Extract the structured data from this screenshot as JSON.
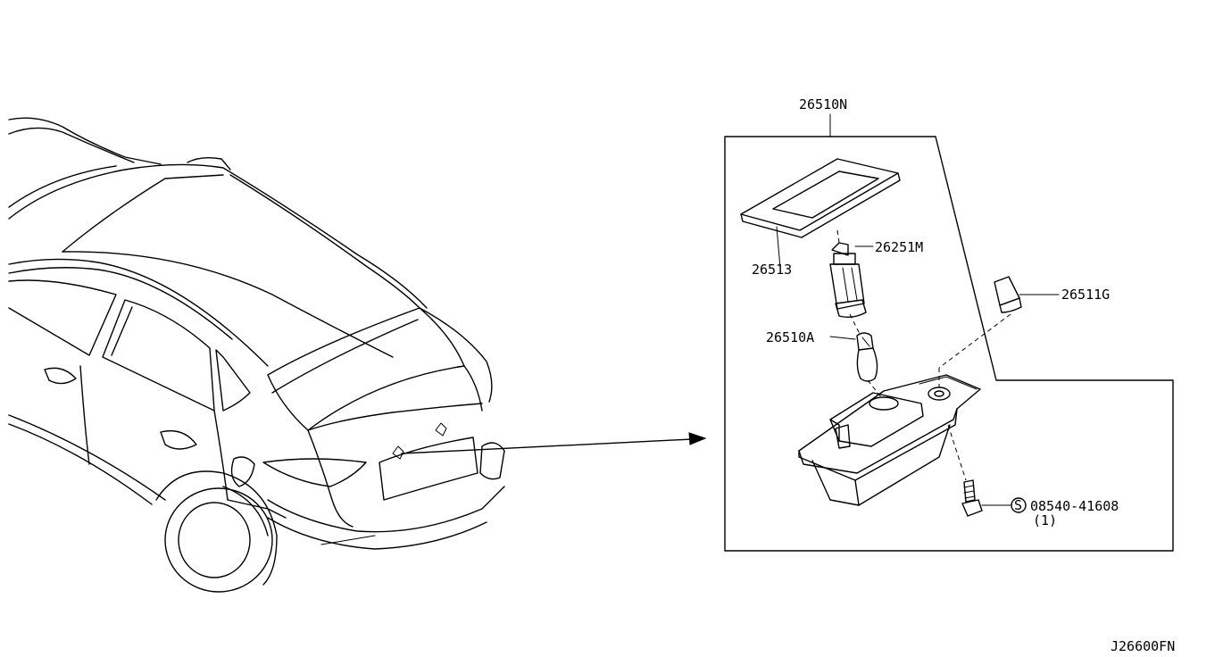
{
  "colors": {
    "ink": "#000000",
    "background": "#ffffff"
  },
  "labels": {
    "assembly": "26510N",
    "lens": "26513",
    "socket": "26251M",
    "bulb": "26510A",
    "cap": "26511G",
    "screw_part": "08540-41608",
    "screw_symbol": "S",
    "screw_qty": "(1)",
    "diagram_code": "J26600FN"
  },
  "icons": {
    "vehicle": "vehicle-rear-view-icon",
    "lamp": "license-lamp-assembly-icon",
    "screw": "screw-icon"
  }
}
